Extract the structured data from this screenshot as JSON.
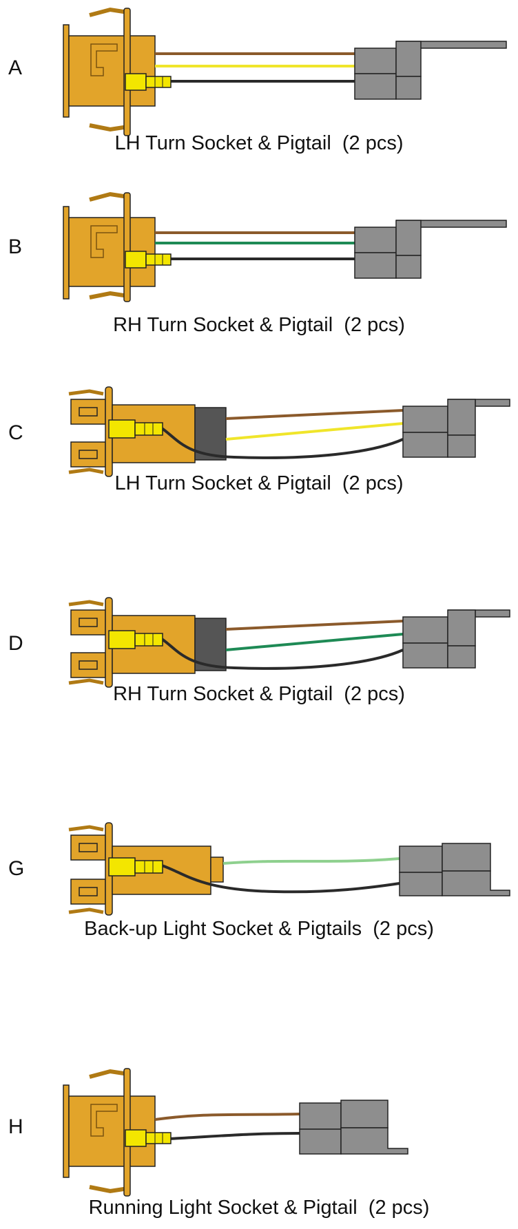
{
  "colors": {
    "socket": "#E2A42A",
    "socket_dark": "#B07A14",
    "connector": "#8E8E8E",
    "terminal": "#F3E600",
    "wire_brown": "#8B5A2B",
    "wire_yellow": "#F0E52A",
    "wire_black": "#2A2A2A",
    "wire_green": "#1E8A55",
    "wire_light_green": "#8ED08E",
    "boot": "#555555"
  },
  "parts": [
    {
      "id": "A",
      "letter": "A",
      "caption": "LH Turn Socket & Pigtail  (2 pcs)",
      "socket_style": "flange",
      "wire_colors": [
        "brown",
        "yellow",
        "black"
      ]
    },
    {
      "id": "B",
      "letter": "B",
      "caption": "RH Turn Socket & Pigtail  (2 pcs)",
      "socket_style": "flange",
      "wire_colors": [
        "brown",
        "green",
        "black"
      ]
    },
    {
      "id": "C",
      "letter": "C",
      "caption": "LH Turn Socket & Pigtail  (2 pcs)",
      "socket_style": "bayonet",
      "wire_colors": [
        "brown",
        "yellow",
        "black"
      ]
    },
    {
      "id": "D",
      "letter": "D",
      "caption": "RH Turn Socket & Pigtail  (2 pcs)",
      "socket_style": "bayonet",
      "wire_colors": [
        "brown",
        "green",
        "black"
      ]
    },
    {
      "id": "G",
      "letter": "G",
      "caption": "Back-up Light Socket & Pigtails  (2 pcs)",
      "socket_style": "bayonet",
      "wire_colors": [
        "light-green",
        "black"
      ]
    },
    {
      "id": "H",
      "letter": "H",
      "caption": "Running Light Socket & Pigtail  (2 pcs)",
      "socket_style": "flange",
      "wire_colors": [
        "brown",
        "black"
      ]
    }
  ]
}
